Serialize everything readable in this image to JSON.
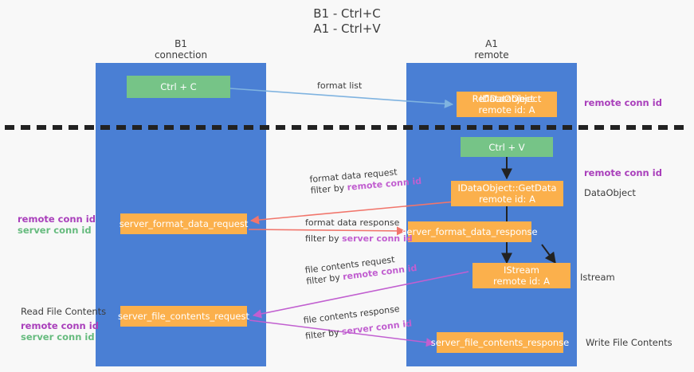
{
  "title": {
    "line1": "B1 - Ctrl+C",
    "line2": "A1 - Ctrl+V"
  },
  "columns": [
    {
      "id": "b1",
      "name": "B1",
      "role": "connection"
    },
    {
      "id": "a1",
      "name": "A1",
      "role": "remote"
    }
  ],
  "colors": {
    "lane": "#4a7fd4",
    "box_orange": "#fbb04c",
    "box_green": "#76c487",
    "remote_conn_id": "#a93fbb",
    "server_conn_id": "#66bb7e",
    "arrow_blue": "#7fb3e0",
    "arrow_red": "#f1756b",
    "arrow_purple": "#c15fd0",
    "arrow_black": "#222222",
    "divider": "#222222",
    "background": "#f8f8f8"
  },
  "nodes": {
    "ctrl_c": {
      "label": "Ctrl + C",
      "kind": "green"
    },
    "idataobject": {
      "line1": "IDataObject",
      "line1_overlap": "ReflDataObject",
      "line2": "remote id: A",
      "kind": "orange"
    },
    "ctrl_v": {
      "label": "Ctrl + V",
      "kind": "green"
    },
    "getdata": {
      "line1": "IDataObject::GetData",
      "line2": "remote id: A",
      "kind": "orange"
    },
    "server_format_data_request": {
      "label": "server_format_data_request",
      "kind": "orange"
    },
    "server_format_data_response": {
      "label": "server_format_data_response",
      "kind": "orange"
    },
    "istream": {
      "line1": "IStream",
      "line2": "remote id: A",
      "kind": "orange"
    },
    "server_file_contents_request": {
      "label": "server_file_contents_request",
      "kind": "orange"
    },
    "server_file_contents_response": {
      "label": "server_file_contents_response",
      "kind": "orange"
    }
  },
  "edges": [
    {
      "id": "format-list",
      "line1": "format list",
      "line2": "",
      "filter_prefix": "",
      "filter_value": ""
    },
    {
      "id": "format-data-request",
      "line1": "format data request",
      "filter_prefix": "filter by ",
      "filter_value": "remote conn id"
    },
    {
      "id": "format-data-response",
      "line1": "format data response",
      "filter_prefix": "filter by ",
      "filter_value": "server conn id"
    },
    {
      "id": "file-contents-request",
      "line1": "file contents request",
      "filter_prefix": "filter by ",
      "filter_value": "remote conn id"
    },
    {
      "id": "file-contents-response",
      "line1": "file contents response",
      "filter_prefix": "filter by ",
      "filter_value": "server conn id"
    }
  ],
  "annotations": {
    "right_remote_top": "remote conn id",
    "right_remote_mid": "remote conn id",
    "right_dataobject": "DataObject",
    "right_istream": "Istream",
    "right_write_file": "Write File Contents",
    "left_remote_mid": "remote conn id",
    "left_server_mid": "server conn id",
    "left_read_file": "Read File Contents",
    "left_remote_bottom": "remote conn id",
    "left_server_bottom": "server conn id"
  }
}
